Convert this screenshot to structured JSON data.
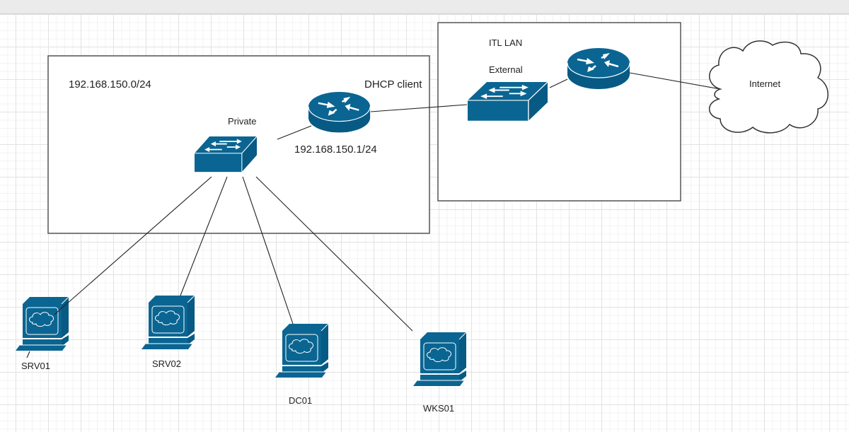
{
  "diagram": {
    "groups": {
      "private_subnet": {
        "subnet_label": "192.168.150.0/24"
      },
      "itl_lan": {
        "title": "ITL LAN"
      }
    },
    "nodes": {
      "private_switch": {
        "label": "Private",
        "type": "switch"
      },
      "nat_router": {
        "label_wan": "DHCP client",
        "label_lan": "192.168.150.1/24",
        "type": "router"
      },
      "external_switch": {
        "label": "External",
        "type": "switch"
      },
      "itl_router": {
        "type": "router"
      },
      "internet": {
        "label": "Internet",
        "type": "cloud"
      },
      "srv01": {
        "label": "SRV01",
        "type": "workstation"
      },
      "srv02": {
        "label": "SRV02",
        "type": "workstation"
      },
      "dc01": {
        "label": "DC01",
        "type": "workstation"
      },
      "wks01": {
        "label": "WKS01",
        "type": "workstation"
      }
    },
    "connections": [
      [
        "private_switch",
        "nat_router"
      ],
      [
        "nat_router",
        "external_switch"
      ],
      [
        "external_switch",
        "itl_router"
      ],
      [
        "itl_router",
        "internet"
      ],
      [
        "private_switch",
        "srv01"
      ],
      [
        "private_switch",
        "srv02"
      ],
      [
        "private_switch",
        "dc01"
      ],
      [
        "private_switch",
        "wks01"
      ]
    ],
    "colors": {
      "device": "#0a6592",
      "device_dark": "#074f74",
      "highlight": "#ffffff",
      "border": "#555555"
    }
  }
}
